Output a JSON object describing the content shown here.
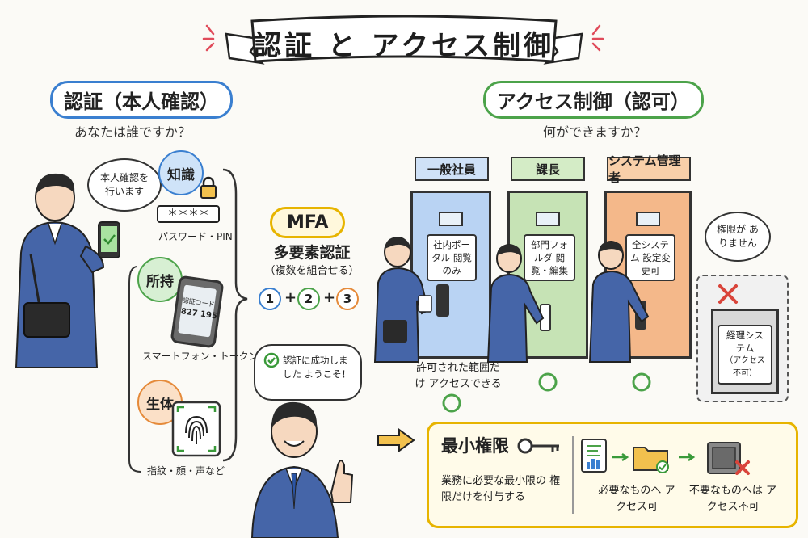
{
  "title": "認証 と アクセス制御",
  "authentication": {
    "heading": "認証（本人確認）",
    "question": "あなたは誰ですか？",
    "speech": "本人確認を行います",
    "factors": [
      {
        "badge": "知識",
        "caption": "パスワード・PIN",
        "detail": "＊＊＊＊",
        "icon": "lock-icon"
      },
      {
        "badge": "所持",
        "caption": "スマートフォン・トークン",
        "detail_label": "認証コード",
        "detail_code": "827 195",
        "icon": "smartphone-icon"
      },
      {
        "badge": "生体",
        "caption": "指紋・顔・声など",
        "icon": "fingerprint-icon"
      }
    ]
  },
  "mfa": {
    "badge": "MFA",
    "title": "多要素認証",
    "subtitle": "（複数を組合せる）",
    "numbers": [
      "1",
      "2",
      "3"
    ],
    "plus": "+",
    "success": "認証に成功しました ようこそ！"
  },
  "access_control": {
    "heading": "アクセス制御（認可）",
    "question": "何ができますか？",
    "roles": [
      {
        "tab": "一般社員",
        "door": "社内ポータル 閲覧のみ",
        "color": "#b9d3f3",
        "tab_color": "#cfe1f7"
      },
      {
        "tab": "課長",
        "door": "部門フォルダ 閲覧・編集",
        "color": "#c6e3b5",
        "tab_color": "#d4ecc6"
      },
      {
        "tab": "システム管理者",
        "door": "全システム 設定変更可",
        "color": "#f4b88a",
        "tab_color": "#f8cfa9"
      }
    ],
    "allowed_note": "許可された範囲だけ アクセスできる",
    "denied_bubble": "権限が ありません",
    "denied_door": "経理システム",
    "denied_door_sub": "（アクセス不可）"
  },
  "least_privilege": {
    "title": "最小権限",
    "description": "業務に必要な最小限の 権限だけを付与する",
    "allowed_caption": "必要なものへ アクセス可",
    "denied_caption": "不要なものへは アクセス不可"
  },
  "colors": {
    "blue": "#3a7fd0",
    "green": "#4ca34a",
    "orange": "#e58a3a",
    "yellow": "#e7b400",
    "red": "#d9443a"
  }
}
